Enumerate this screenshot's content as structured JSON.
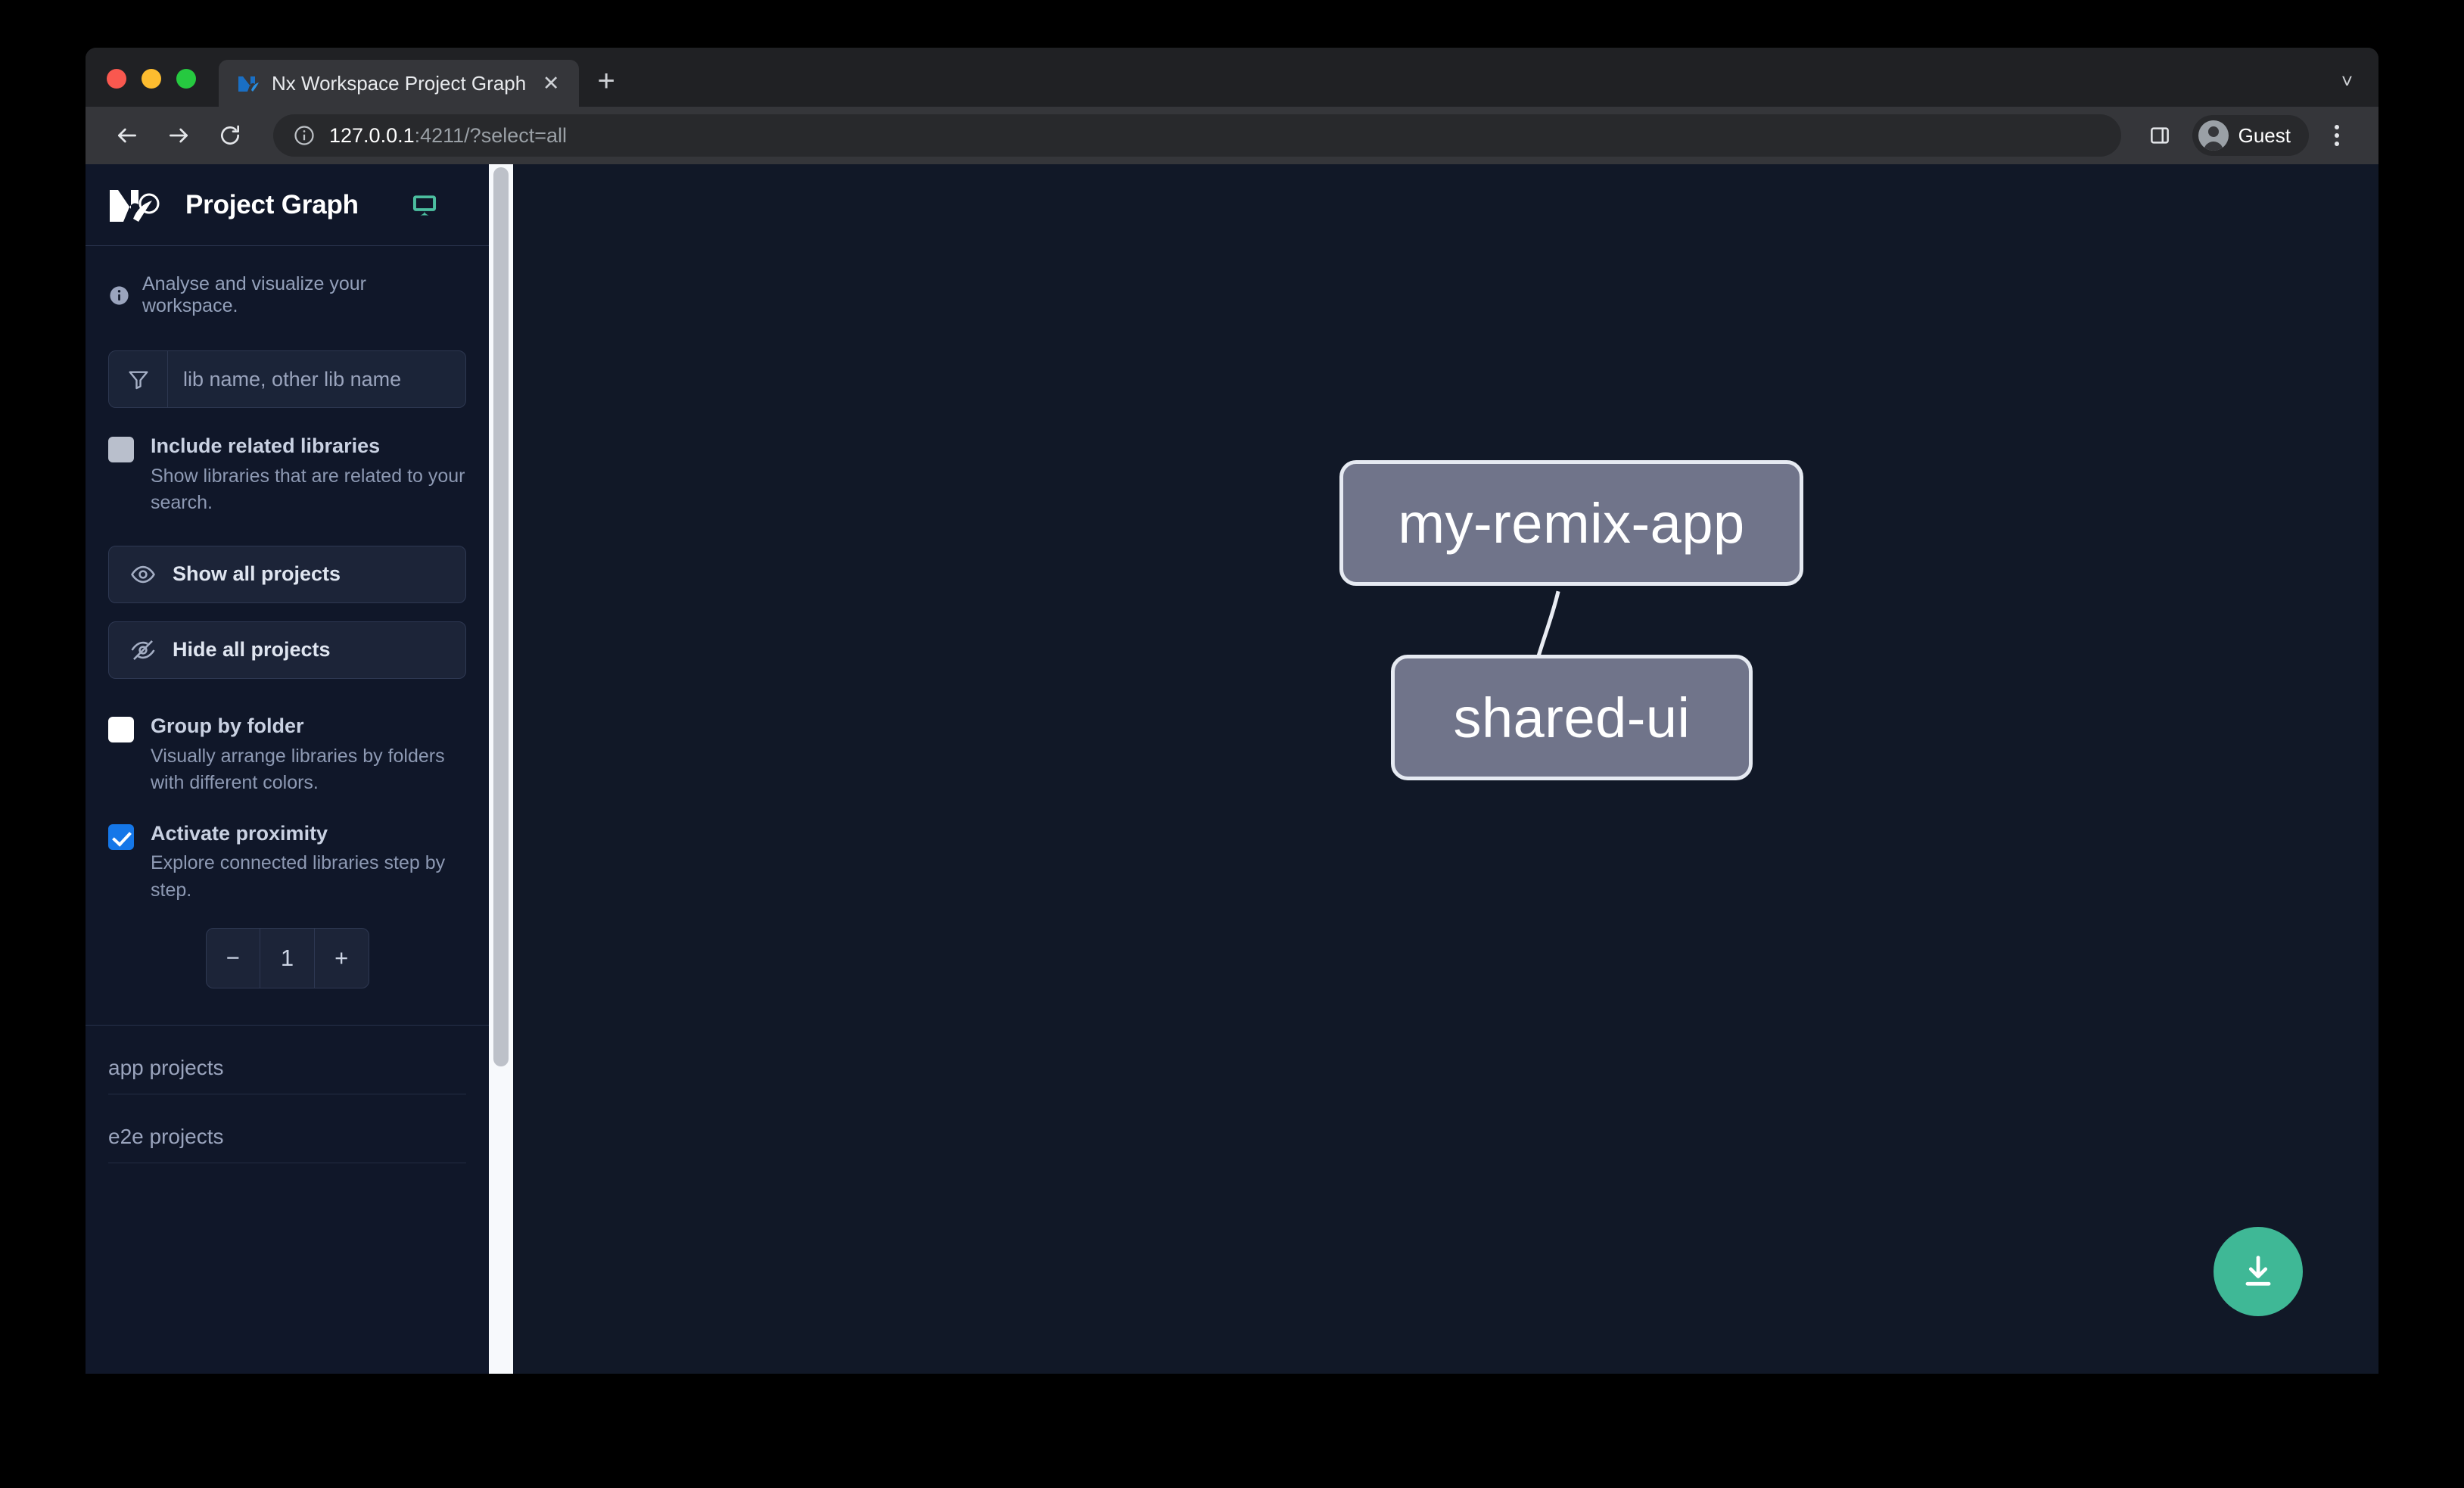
{
  "browser": {
    "tab": {
      "title": "Nx Workspace Project Graph",
      "favicon_icon": "nx-favicon-icon",
      "close_icon": "close-icon",
      "new_tab_icon": "plus-icon",
      "tabstrip_chevron_icon": "chevron-down-icon"
    },
    "toolbar": {
      "back_icon": "back-arrow-icon",
      "forward_icon": "forward-arrow-icon",
      "reload_icon": "reload-icon",
      "site_info_icon": "info-circle-icon",
      "url_host": "127.0.0.1",
      "url_rest": ":4211/?select=all",
      "side_panel_icon": "side-panel-icon",
      "profile_label": "Guest",
      "profile_avatar_icon": "avatar-icon",
      "menu_icon": "kebab-menu-icon"
    }
  },
  "sidebar": {
    "logo_icon": "nx-logo-icon",
    "title": "Project Graph",
    "monitor_icon": "monitor-icon",
    "info": {
      "icon": "info-icon",
      "text": "Analyse and visualize your workspace."
    },
    "filter": {
      "icon": "filter-funnel-icon",
      "placeholder": "lib name, other lib name",
      "value": ""
    },
    "options": [
      {
        "id": "include-related-libraries",
        "label": "Include related libraries",
        "description": "Show libraries that are related to your search.",
        "checked": false,
        "checkbox_style": "gray"
      },
      {
        "id": "group-by-folder",
        "label": "Group by folder",
        "description": "Visually arrange libraries by folders with different colors.",
        "checked": false,
        "checkbox_style": "white"
      },
      {
        "id": "activate-proximity",
        "label": "Activate proximity",
        "description": "Explore connected libraries step by step.",
        "checked": true,
        "checkbox_style": "blue"
      }
    ],
    "buttons": [
      {
        "id": "show-all-projects",
        "label": "Show all projects",
        "icon": "eye-icon"
      },
      {
        "id": "hide-all-projects",
        "label": "Hide all projects",
        "icon": "eye-off-icon"
      }
    ],
    "proximity_stepper": {
      "decrement_label": "−",
      "value": "1",
      "increment_label": "+"
    },
    "project_groups": [
      {
        "id": "app-projects",
        "heading": "app projects"
      },
      {
        "id": "e2e-projects",
        "heading": "e2e projects"
      }
    ],
    "scrollbar": {
      "track_color": "#f7f9fc",
      "thumb_color": "#bdc1c9"
    }
  },
  "graph": {
    "background": "#111827",
    "node_fill": "#70748a",
    "node_border": "#e6eaf2",
    "edge_color": "#e9ecf3",
    "nodes": [
      {
        "id": "my-remix-app",
        "label": "my-remix-app"
      },
      {
        "id": "shared-ui",
        "label": "shared-ui"
      }
    ],
    "edges": [
      {
        "from": "my-remix-app",
        "to": "shared-ui"
      }
    ],
    "download_button": {
      "icon": "download-icon",
      "color": "#3fb896"
    }
  }
}
